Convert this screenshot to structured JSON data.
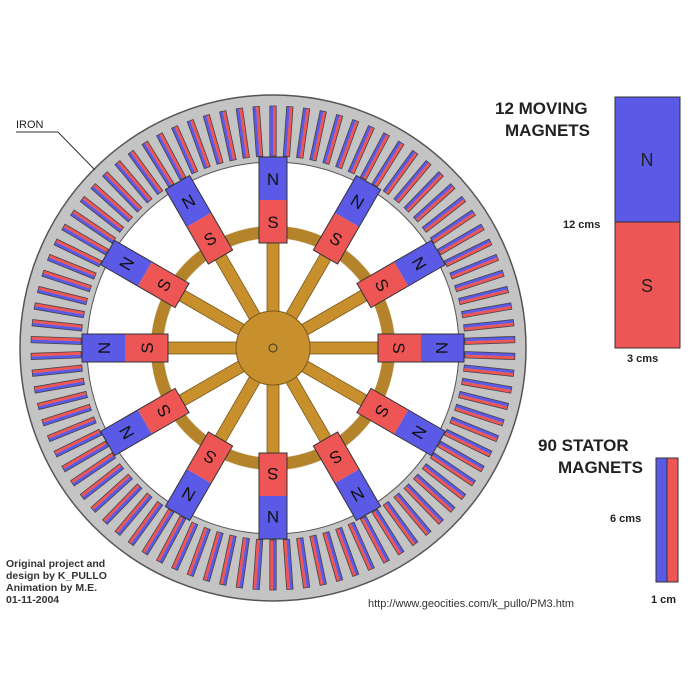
{
  "labels": {
    "iron": "IRON",
    "moving_title_1": "12 MOVING",
    "moving_title_2": "MAGNETS",
    "moving_height": "12 cms",
    "moving_width": "3 cms",
    "stator_title_1": "90 STATOR",
    "stator_title_2": "MAGNETS",
    "stator_height": "6 cms",
    "stator_width": "1 cm",
    "pole_n": "N",
    "pole_s": "S"
  },
  "credits": [
    "Original project and",
    "design by K_PULLO",
    "Animation by M.E.",
    "01-11-2004"
  ],
  "url": "http://www.geocities.com/k_pullo/PM3.htm",
  "counts": {
    "rotor_magnets": 12,
    "stator_magnets": 90
  },
  "colors": {
    "north": "#5a5ae6",
    "south": "#ee5555",
    "iron": "#c4c4c4",
    "wood": "#c8902c"
  }
}
